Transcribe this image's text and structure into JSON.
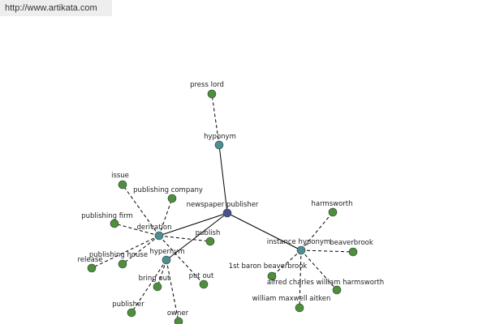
{
  "banner": {
    "url": "http://www.artikata.com"
  },
  "colors": {
    "center": "#4b4f8e",
    "relation": "#4b8f95",
    "leaf": "#4e8f3d"
  },
  "graph": {
    "nodes": [
      {
        "id": "center",
        "label": "newspaper publisher",
        "kind": "center"
      },
      {
        "id": "hyponym",
        "label": "hyponym",
        "kind": "relation"
      },
      {
        "id": "derivation",
        "label": "derivation",
        "kind": "relation"
      },
      {
        "id": "hypernym",
        "label": "hypernym",
        "kind": "relation"
      },
      {
        "id": "instance_hyponym",
        "label": "instance hyponym",
        "kind": "relation"
      },
      {
        "id": "press_lord",
        "label": "press lord",
        "kind": "leaf"
      },
      {
        "id": "issue",
        "label": "issue",
        "kind": "leaf"
      },
      {
        "id": "publishing_company",
        "label": "publishing company",
        "kind": "leaf"
      },
      {
        "id": "publishing_firm",
        "label": "publishing firm",
        "kind": "leaf"
      },
      {
        "id": "publish",
        "label": "publish",
        "kind": "leaf"
      },
      {
        "id": "publishing_house",
        "label": "publishing house",
        "kind": "leaf"
      },
      {
        "id": "release",
        "label": "release",
        "kind": "leaf"
      },
      {
        "id": "bring_out",
        "label": "bring out",
        "kind": "leaf"
      },
      {
        "id": "put_out",
        "label": "put out",
        "kind": "leaf"
      },
      {
        "id": "publisher",
        "label": "publisher",
        "kind": "leaf"
      },
      {
        "id": "owner",
        "label": "owner",
        "kind": "leaf"
      },
      {
        "id": "harmsworth",
        "label": "harmsworth",
        "kind": "leaf"
      },
      {
        "id": "beaverbrook",
        "label": "beaverbrook",
        "kind": "leaf"
      },
      {
        "id": "first_baron",
        "label": "1st baron beaverbrook",
        "kind": "leaf"
      },
      {
        "id": "alfred",
        "label": "alfred charles william harmsworth",
        "kind": "leaf"
      },
      {
        "id": "aitken",
        "label": "william maxwell aitken",
        "kind": "leaf"
      }
    ],
    "edges": [
      {
        "from": "center",
        "to": "hyponym",
        "style": "solid"
      },
      {
        "from": "center",
        "to": "derivation",
        "style": "solid"
      },
      {
        "from": "center",
        "to": "hypernym",
        "style": "solid"
      },
      {
        "from": "center",
        "to": "instance_hyponym",
        "style": "solid"
      },
      {
        "from": "hyponym",
        "to": "press_lord",
        "style": "dashed"
      },
      {
        "from": "derivation",
        "to": "issue",
        "style": "dashed"
      },
      {
        "from": "derivation",
        "to": "publishing_company",
        "style": "dashed"
      },
      {
        "from": "derivation",
        "to": "publishing_firm",
        "style": "dashed"
      },
      {
        "from": "derivation",
        "to": "publish",
        "style": "dashed"
      },
      {
        "from": "derivation",
        "to": "publishing_house",
        "style": "dashed"
      },
      {
        "from": "derivation",
        "to": "release",
        "style": "dashed"
      },
      {
        "from": "derivation",
        "to": "put_out",
        "style": "dashed"
      },
      {
        "from": "hypernym",
        "to": "bring_out",
        "style": "dashed"
      },
      {
        "from": "hypernym",
        "to": "publisher",
        "style": "dashed"
      },
      {
        "from": "hypernym",
        "to": "owner",
        "style": "dashed"
      },
      {
        "from": "instance_hyponym",
        "to": "harmsworth",
        "style": "dashed"
      },
      {
        "from": "instance_hyponym",
        "to": "beaverbrook",
        "style": "dashed"
      },
      {
        "from": "instance_hyponym",
        "to": "first_baron",
        "style": "dashed"
      },
      {
        "from": "instance_hyponym",
        "to": "alfred",
        "style": "dashed"
      },
      {
        "from": "instance_hyponym",
        "to": "aitken",
        "style": "dashed"
      }
    ]
  }
}
